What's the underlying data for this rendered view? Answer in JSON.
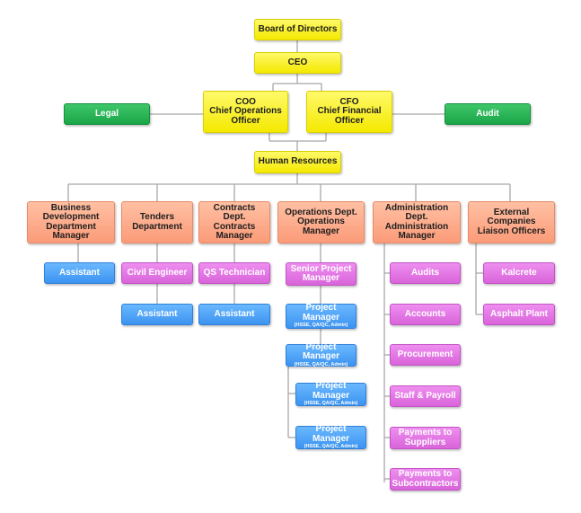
{
  "board": "Board of Directors",
  "ceo": "CEO",
  "coo": [
    "COO",
    "Chief Operations",
    "Officer"
  ],
  "cfo": [
    "CFO",
    "Chief Financial",
    "Officer"
  ],
  "legal": "Legal",
  "audit": "Audit",
  "hr": "Human Resources",
  "departments": {
    "business": [
      "Business",
      "Development",
      "Department Manager"
    ],
    "tenders": [
      "Tenders",
      "Department"
    ],
    "contracts": [
      "Contracts Dept.",
      "Contracts",
      "Manager"
    ],
    "operations": [
      "Operations Dept.",
      "Operations",
      "Manager"
    ],
    "administration": [
      "Administration Dept.",
      "Administration",
      "Manager"
    ],
    "external": [
      "External",
      "Companies",
      "Liaison Officers"
    ]
  },
  "business_children": {
    "assistant": "Assistant"
  },
  "tenders_children": {
    "civil_engineer": "Civil Engineer",
    "assistant": "Assistant"
  },
  "contracts_children": {
    "qs_technician": "QS Technician",
    "assistant": "Assistant"
  },
  "operations_children": {
    "senior_pm": [
      "Senior Project",
      "Manager"
    ],
    "project_managers": [
      {
        "title": "Project Manager",
        "sub": "(HSSE, QA/QC, Admin)"
      },
      {
        "title": "Project Manager",
        "sub": "(HSSE, QA/QC, Admin)"
      },
      {
        "title": "Project Manager",
        "sub": "(HSSE, QA/QC, Admin)"
      },
      {
        "title": "Project Manager",
        "sub": "(HSSE, QA/QC, Admin)"
      }
    ]
  },
  "admin_children": [
    [
      "Audits"
    ],
    [
      "Accounts"
    ],
    [
      "Procurement"
    ],
    [
      "Staff & Payroll"
    ],
    [
      "Payments to",
      "Suppliers"
    ],
    [
      "Payments to",
      "Subcontractors"
    ]
  ],
  "external_children": [
    "Kalcrete",
    "Asphalt Plant"
  ]
}
